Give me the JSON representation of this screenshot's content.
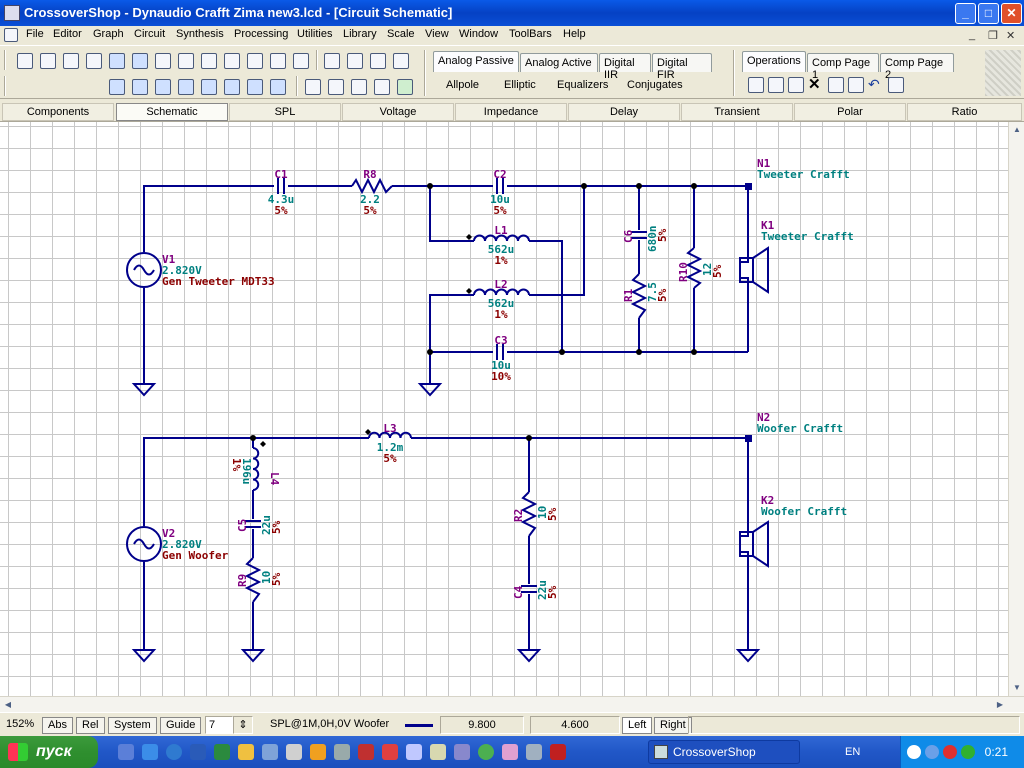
{
  "window": {
    "title": "CrossoverShop - Dynaudio Crafft Zima new3.lcd - [Circuit Schematic]",
    "minimize": "_",
    "maximize": "□",
    "close": "✕",
    "mdi_minimize": "_",
    "mdi_restore": "❐",
    "mdi_close": "✕"
  },
  "menu": [
    "File",
    "Editor",
    "Graph",
    "Circuit",
    "Synthesis",
    "Processing",
    "Utilities",
    "Library",
    "Scale",
    "View",
    "Window",
    "ToolBars",
    "Help"
  ],
  "synthesis_tabs": {
    "tabs": [
      "Analog Passive",
      "Analog Active",
      "Digital IIR",
      "Digital FIR"
    ],
    "active": "Analog Passive",
    "subitems": [
      "Allpole",
      "Elliptic",
      "Equalizers",
      "Conjugates"
    ]
  },
  "ops_tabs": {
    "tabs": [
      "Operations",
      "Comp Page 1",
      "Comp Page 2"
    ],
    "active": "Operations"
  },
  "view_tabs": {
    "tabs": [
      "Components",
      "Schematic",
      "SPL",
      "Voltage",
      "Impedance",
      "Delay",
      "Transient",
      "Polar",
      "Ratio"
    ],
    "active": "Schematic"
  },
  "schematic": {
    "top": {
      "C1": {
        "name": "C1",
        "value": "4.3u",
        "tol": "5%"
      },
      "R8": {
        "name": "R8",
        "value": "2.2",
        "tol": "5%"
      },
      "C2": {
        "name": "C2",
        "value": "10u",
        "tol": "5%"
      },
      "L1": {
        "name": "L1",
        "value": "562u",
        "tol": "1%"
      },
      "L2": {
        "name": "L2",
        "value": "562u",
        "tol": "1%"
      },
      "C3": {
        "name": "C3",
        "value": "10u",
        "tol": "10%"
      },
      "C6": {
        "name": "C6",
        "value": "680n",
        "tol": "5%"
      },
      "R1": {
        "name": "R1",
        "value": "7.5",
        "tol": "5%"
      },
      "R10": {
        "name": "R10",
        "value": "12",
        "tol": "5%"
      },
      "V1": {
        "name": "V1",
        "value": "2.820V",
        "label": "Gen Tweeter MDT33"
      },
      "N1": {
        "name": "N1",
        "label": "Tweeter Crafft"
      },
      "K1": {
        "name": "K1",
        "label": "Tweeter Crafft"
      }
    },
    "bottom": {
      "L3": {
        "name": "L3",
        "value": "1.2m",
        "tol": "5%"
      },
      "L4": {
        "name": "L4",
        "value": "196u",
        "tol": "1%"
      },
      "C5": {
        "name": "C5",
        "value": "22u",
        "tol": "5%"
      },
      "R9": {
        "name": "R9",
        "value": "10",
        "tol": "5%"
      },
      "R2": {
        "name": "R2",
        "value": "10",
        "tol": "5%"
      },
      "C4": {
        "name": "C4",
        "value": "22u",
        "tol": "5%"
      },
      "V2": {
        "name": "V2",
        "value": "2.820V",
        "label": "Gen Woofer"
      },
      "N2": {
        "name": "N2",
        "label": "Woofer Crafft"
      },
      "K2": {
        "name": "K2",
        "label": "Woofer Crafft"
      }
    }
  },
  "status": {
    "zoom": "152%",
    "abs": "Abs",
    "rel": "Rel",
    "system": "System",
    "guide": "Guide",
    "guide_value": "7",
    "trace": "SPL@1M,0H,0V Woofer",
    "value1": "9.800",
    "value2": "4.600",
    "left": "Left",
    "right": "Right"
  },
  "taskbar": {
    "start": "пуск",
    "task": "CrossoverShop",
    "lang": "EN",
    "clock": "0:21"
  },
  "colors": {
    "wire": "#00008b",
    "ref": "#800080",
    "value": "#008080",
    "tol": "#8b0000",
    "node": "#008080"
  }
}
